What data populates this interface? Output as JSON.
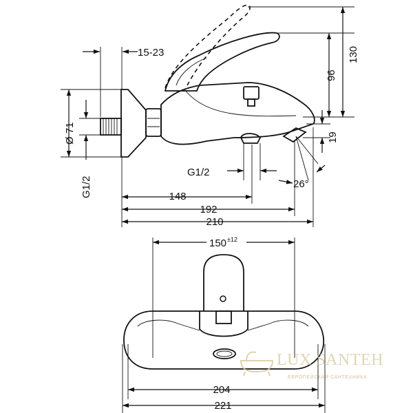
{
  "dimensions": {
    "wall_range": "15-23",
    "diameter": "Ø 71",
    "thread_left": "G1/2",
    "thread_bottom": "G1/2",
    "angle": "26°",
    "height_total": "130",
    "height_spout": "96",
    "outlet": "19",
    "length_148": "148",
    "length_192": "192",
    "length_210": "210",
    "centers_base": "150",
    "centers_tolerance": "±12",
    "width_204": "204",
    "width_221": "221"
  },
  "watermark": {
    "brand": "LUX SANTEH",
    "tagline": "ЕВРОПЕЙСКАЯ САНТЕХНИКА"
  }
}
